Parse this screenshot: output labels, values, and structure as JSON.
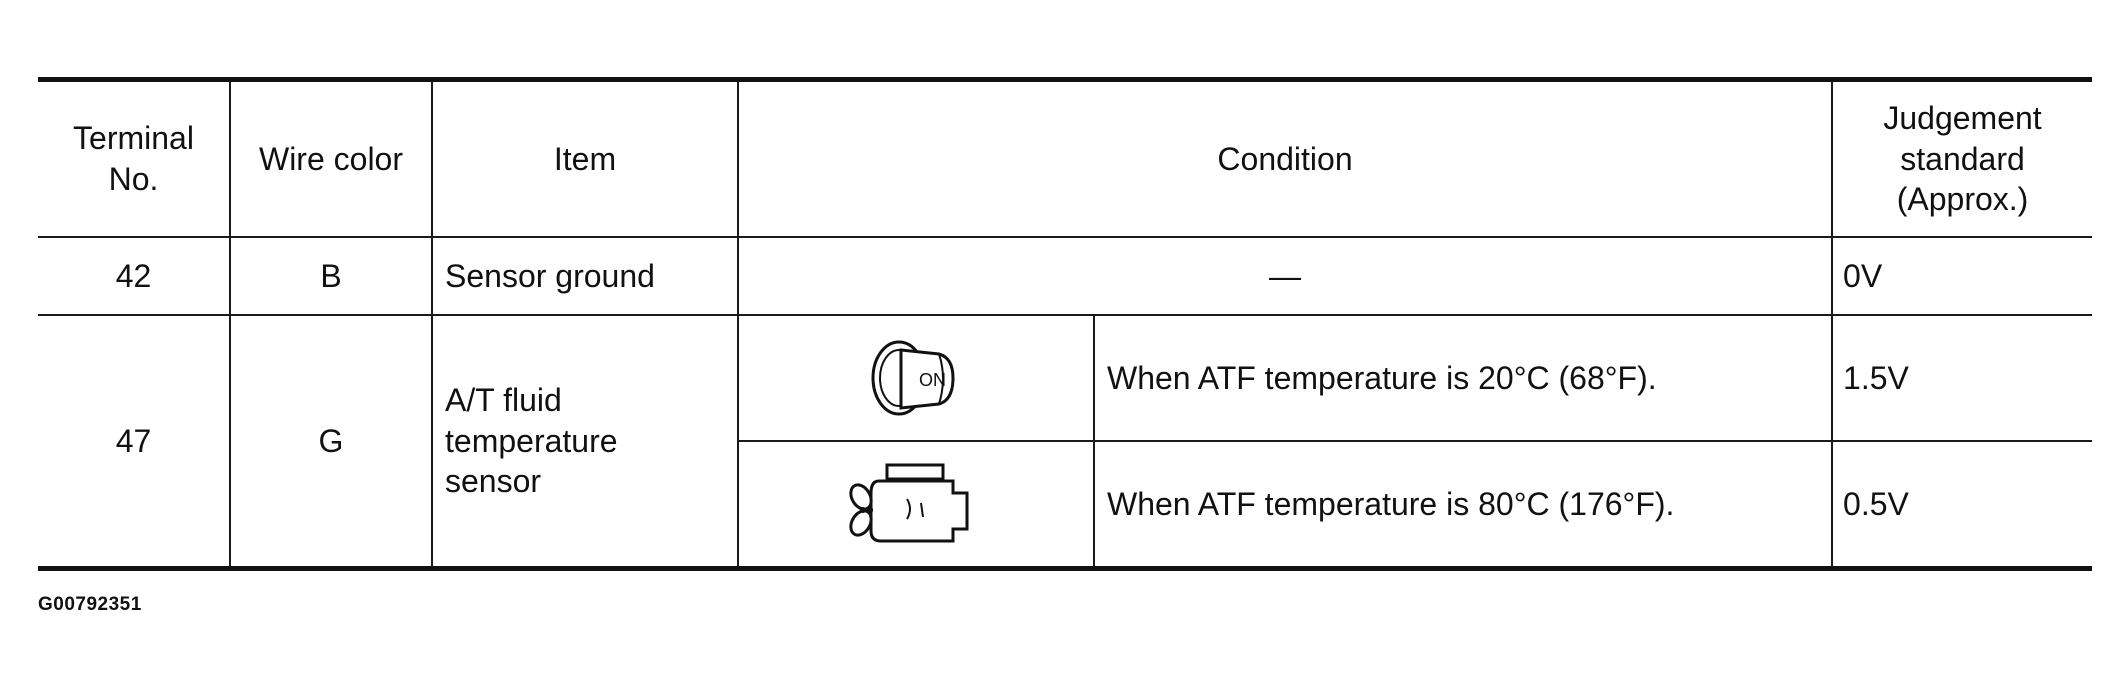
{
  "table": {
    "headers": {
      "terminal": "Terminal No.",
      "wire": "Wire color",
      "item": "Item",
      "condition": "Condition",
      "judgement": "Judgement standard (Approx.)"
    },
    "rows": [
      {
        "terminal": "42",
        "wire": "B",
        "item": "Sensor ground",
        "condition": "—",
        "judgement": "0V"
      },
      {
        "terminal": "47",
        "wire": "G",
        "item": "A/T fluid temperature sensor",
        "conditions": [
          {
            "icon": "ignition-key-on-icon",
            "icon_text": "ON",
            "text": "When ATF temperature is 20°C (68°F).",
            "judgement": "1.5V"
          },
          {
            "icon": "engine-running-icon",
            "text": "When ATF temperature is 80°C (176°F).",
            "judgement": "0.5V"
          }
        ]
      }
    ]
  },
  "figure_id": "G00792351"
}
